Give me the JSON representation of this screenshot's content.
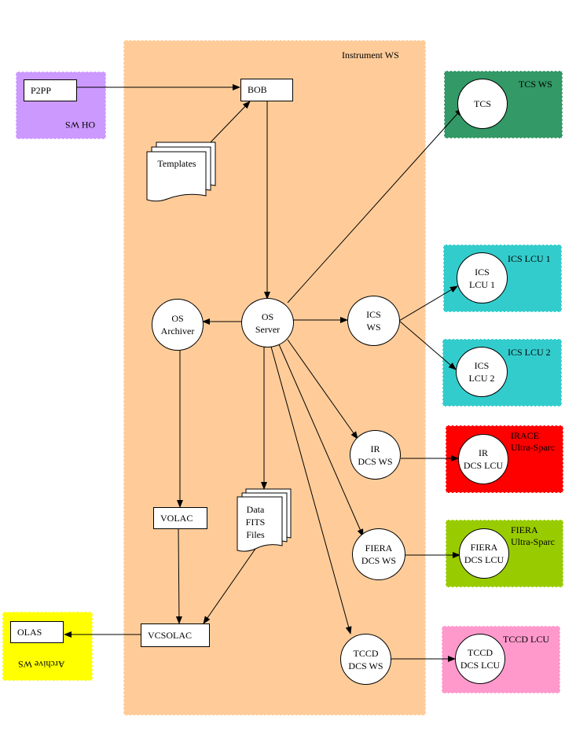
{
  "colors": {
    "instrument_ws": "#FFCC99",
    "oh_ws": "#CC99FF",
    "tcs_ws": "#339966",
    "ics_lcu": "#33CCCC",
    "irace": "#FF0000",
    "fiera": "#99CC00",
    "tccd_lcu": "#FF99CC",
    "archive_ws": "#FFFF00"
  },
  "regions": {
    "instrument_ws": "Instrument WS",
    "oh_ws": "OH WS",
    "tcs_ws": "TCS WS",
    "ics_lcu_1": "ICS LCU 1",
    "ics_lcu_2": "ICS LCU 2",
    "irace": [
      "IRACE",
      "Ultra-Sparc"
    ],
    "fiera": [
      "FIERA",
      "Ultra-Sparc"
    ],
    "tccd_lcu": "TCCD LCU",
    "archive_ws": "Archive WS"
  },
  "boxes": {
    "p2pp": "P2PP",
    "bob": "BOB",
    "volac": "VOLAC",
    "vcsolac": "VCSOLAC",
    "olas": "OLAS"
  },
  "documents": {
    "templates": "Templates",
    "data_fits": [
      "Data",
      "FITS",
      "Files"
    ]
  },
  "circles": {
    "tcs": [
      "TCS"
    ],
    "os_archiver": [
      "OS",
      "Archiver"
    ],
    "os_server": [
      "OS",
      "Server"
    ],
    "ics_ws": [
      "ICS",
      "WS"
    ],
    "ics_lcu_1": [
      "ICS",
      "LCU 1"
    ],
    "ics_lcu_2": [
      "ICS",
      "LCU 2"
    ],
    "ir_dcs_ws": [
      "IR",
      "DCS WS"
    ],
    "ir_dcs_lcu": [
      "IR",
      "DCS LCU"
    ],
    "fiera_dcs_ws": [
      "FIERA",
      "DCS WS"
    ],
    "fiera_dcs_lcu": [
      "FIERA",
      "DCS LCU"
    ],
    "tccd_dcs_ws": [
      "TCCD",
      "DCS WS"
    ],
    "tccd_dcs_lcu": [
      "TCCD",
      "DCS LCU"
    ]
  }
}
